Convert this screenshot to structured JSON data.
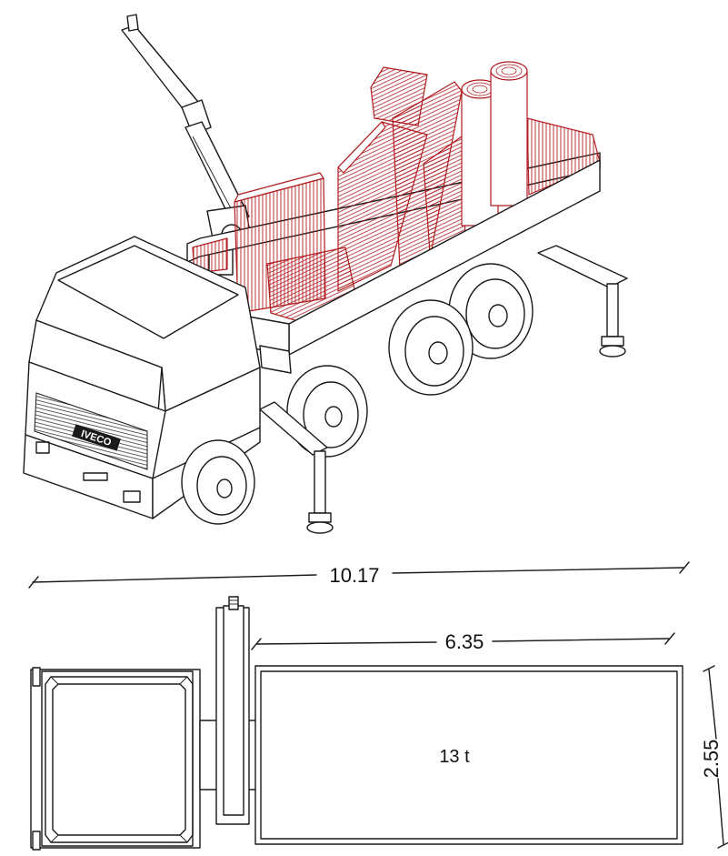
{
  "dimensions": {
    "overall_length": "10.17",
    "bed_length": "6.35",
    "bed_width": "2.55"
  },
  "bed": {
    "capacity_label": "13 t"
  },
  "truck": {
    "brand_badge": "IVECO"
  },
  "colors": {
    "line": "#1a1a1a",
    "cargo": "#b01c20",
    "background": "#ffffff"
  }
}
